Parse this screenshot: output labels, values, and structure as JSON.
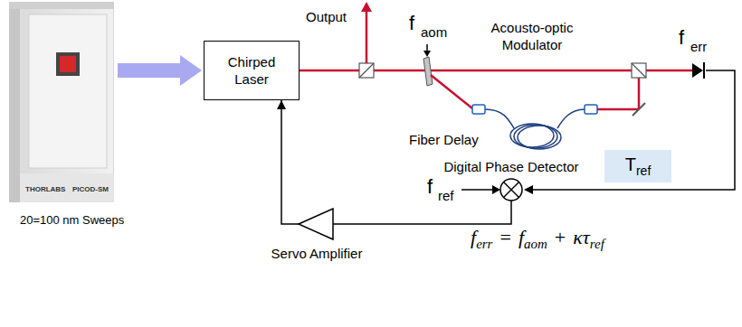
{
  "diagram": {
    "caption": "20=100 nm Sweeps",
    "nodes": [
      {
        "text": [
          "THORLABS",
          "PICOD-SM"
        ]
      },
      {
        "text": [
          "Chirped Laser"
        ]
      },
      {
        "text": [
          "T",
          "ref"
        ]
      },
      {
        "text": [
          "Digital Phase Detector"
        ]
      },
      {
        "text": [
          "Servo Amplifier"
        ]
      }
    ],
    "edges": [
      {
        "from": 0,
        "to": 1,
        "arrow": "to"
      },
      {
        "from": 3,
        "to": 4,
        "arrow": "none"
      },
      {
        "from": 4,
        "to": 1,
        "arrow": "to"
      }
    ],
    "labels": [
      "Output",
      "f",
      "aom",
      "Acousto-optic Modulator",
      "f",
      "err",
      "Fiber Delay",
      "f",
      "ref",
      "f",
      "err",
      "=",
      "f",
      "aom",
      "+",
      "κτ",
      "ref"
    ]
  }
}
